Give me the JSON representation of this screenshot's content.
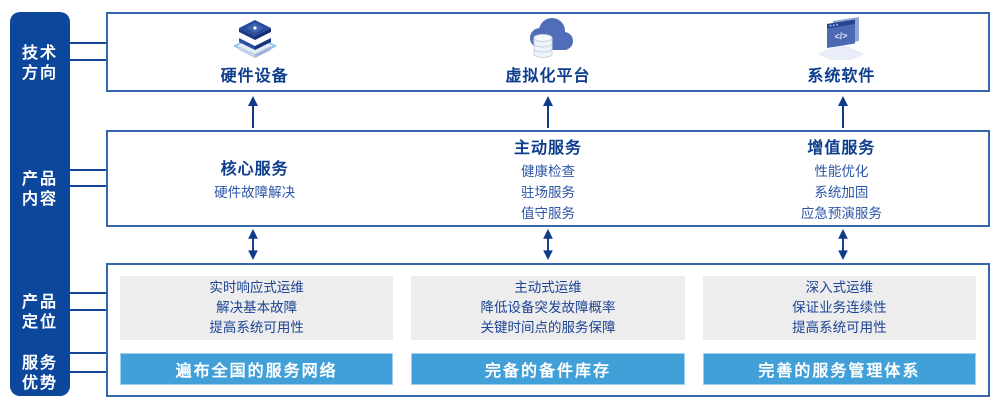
{
  "sidebar": {
    "items": [
      {
        "label": "技术方向"
      },
      {
        "label": "产品内容"
      },
      {
        "label": "产品定位"
      },
      {
        "label": "服务优势"
      }
    ]
  },
  "tech": {
    "columns": [
      {
        "icon": "server-stack-icon",
        "label": "硬件设备"
      },
      {
        "icon": "cloud-database-icon",
        "label": "虚拟化平台"
      },
      {
        "icon": "code-window-icon",
        "label": "系统软件"
      }
    ]
  },
  "content": {
    "columns": [
      {
        "title": "核心服务",
        "items": [
          "硬件故障解决"
        ]
      },
      {
        "title": "主动服务",
        "items": [
          "健康检查",
          "驻场服务",
          "值守服务"
        ]
      },
      {
        "title": "增值服务",
        "items": [
          "性能优化",
          "系统加固",
          "应急预演服务"
        ]
      }
    ]
  },
  "bottom": {
    "columns": [
      {
        "positioning": [
          "实时响应式运维",
          "解决基本故障",
          "提高系统可用性"
        ],
        "advantage": "遍布全国的服务网络"
      },
      {
        "positioning": [
          "主动式运维",
          "降低设备突发故障概率",
          "关键时间点的服务保障"
        ],
        "advantage": "完备的备件库存"
      },
      {
        "positioning": [
          "深入式运维",
          "保证业务连续性",
          "提高系统可用性"
        ],
        "advantage": "完善的服务管理体系"
      }
    ]
  },
  "colors": {
    "sidebar_bg": "#0d479c",
    "box_border": "#3566ae",
    "title_text": "#0d3d8c",
    "body_text": "#2d55a5",
    "positioning_text": "#1d4392",
    "gray_box_bg": "#ededee",
    "advantage_bar_bg": "#42a0d9",
    "arrow": "#123a8a",
    "white": "#ffffff"
  }
}
